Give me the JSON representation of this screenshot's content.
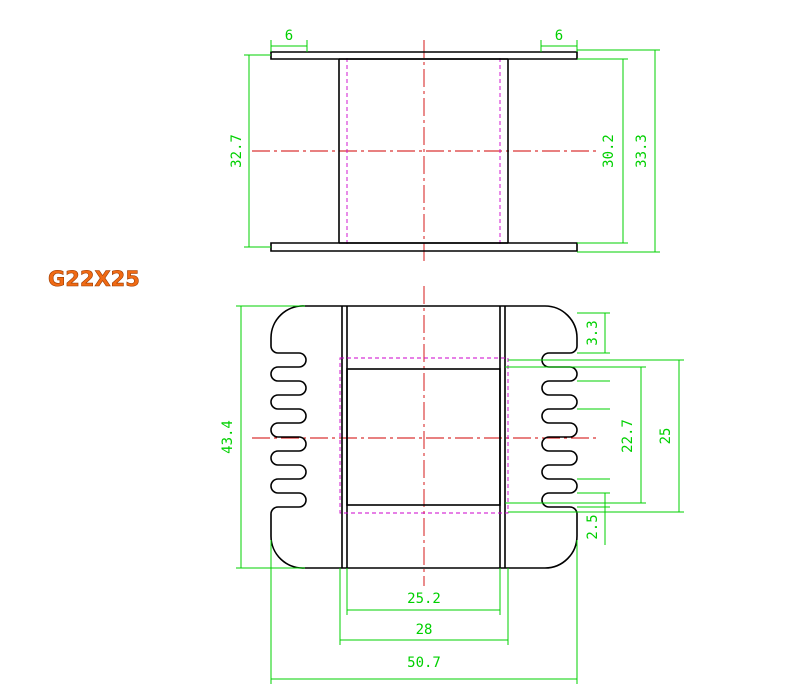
{
  "title": "G22X25",
  "colors": {
    "outline": "#000000",
    "dimension": "#00d000",
    "centerline": "#d00000",
    "hidden": "#cc00cc",
    "title": "#f06a14",
    "background": "#ffffff"
  },
  "top_view": {
    "flange_width_left": "6",
    "flange_width_right": "6",
    "inner_height": "32.7",
    "window_height": "30.2",
    "overall_height": "33.3"
  },
  "front_view": {
    "overall_height": "43.4",
    "pin_offset": "3.3",
    "window_height": "22.7",
    "core_height": "25",
    "pin_pitch": "2.5",
    "window_width": "25.2",
    "core_width": "28",
    "overall_width": "50.7"
  }
}
